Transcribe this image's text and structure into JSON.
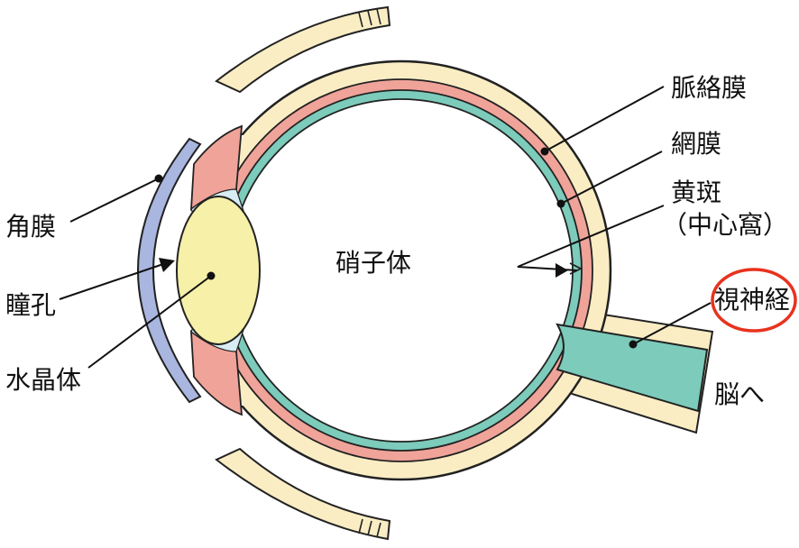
{
  "diagram": {
    "labels": {
      "choroid": "脈絡膜",
      "retina": "網膜",
      "macula_line1": "黄斑",
      "macula_line2": "（中心窩）",
      "optic_nerve": "視神経",
      "to_brain": "脳へ",
      "cornea": "角膜",
      "pupil": "瞳孔",
      "lens": "水晶体",
      "vitreous": "硝子体"
    },
    "highlighted_label": "optic_nerve",
    "colors": {
      "sclera": "#faedc4",
      "choroid": "#f0a399",
      "retina": "#7ccbbb",
      "cornea": "#a9b6df",
      "lens": "#f6f0a8",
      "ciliary": "#d8ecf3",
      "outline": "#222222",
      "highlight_ring": "#e8321e"
    }
  }
}
